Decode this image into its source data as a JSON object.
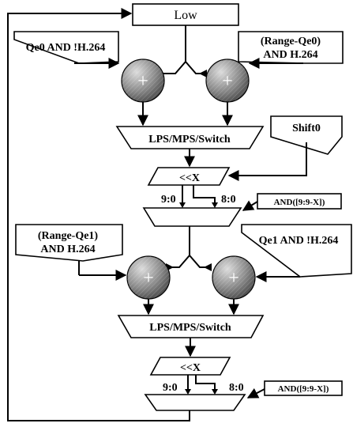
{
  "diagram": {
    "low_label": "Low",
    "top_left_input": "Qe0 AND !H.264",
    "top_right_input": [
      "(Range-Qe0)",
      "AND H.264"
    ],
    "switch1_label": "LPS/MPS/Switch",
    "shift_label": "Shift0",
    "shifter1_label": "<<X",
    "mux1_left": "9:0",
    "mux1_right": "8:0",
    "and1_label": "AND([9:9-X])",
    "bottom_left_input": [
      "(Range-Qe1)",
      "AND H.264"
    ],
    "bottom_right_input": "Qe1 AND !H.264",
    "switch2_label": "LPS/MPS/Switch",
    "shifter2_label": "<<X",
    "mux2_left": "9:0",
    "mux2_right": "8:0",
    "and2_label": "AND([9:9-X])",
    "adder_symbol": "+"
  },
  "colors": {
    "adder_light": "#d8d8d8",
    "adder_dark": "#505050",
    "line": "#000000"
  }
}
